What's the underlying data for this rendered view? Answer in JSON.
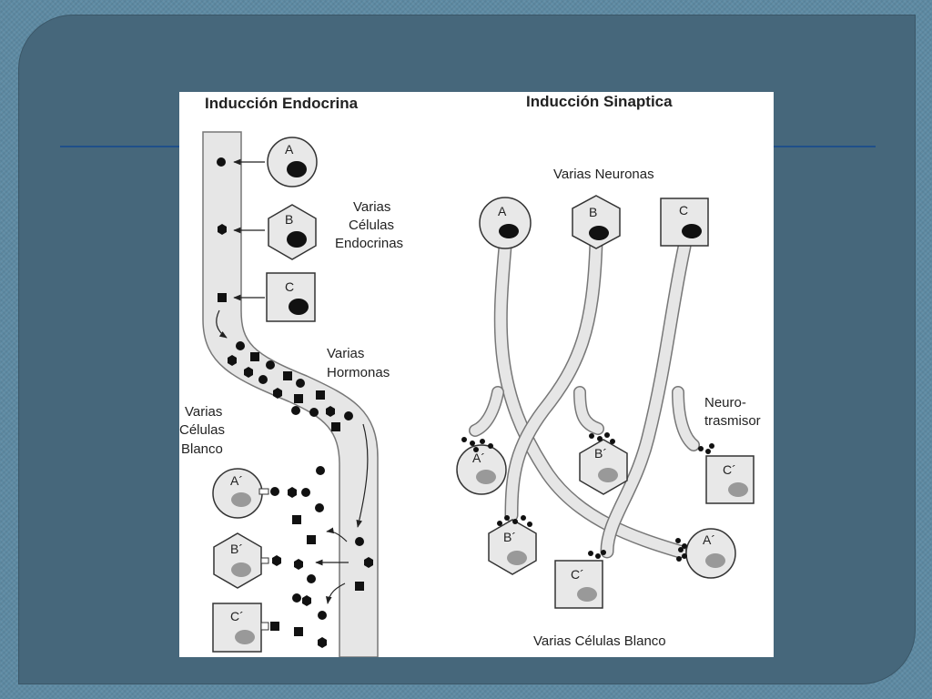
{
  "diagram": {
    "left_title": "Inducción Endocrina",
    "right_title": "Inducción Sinaptica",
    "endocrine_cells_label": [
      "Varias",
      "Células",
      "Endocrinas"
    ],
    "hormones_label": [
      "Varias",
      "Hormonas"
    ],
    "target_cells_label": [
      "Varias",
      "Células",
      "Blanco"
    ],
    "neurons_label": "Varias Neuronas",
    "neurotransmitter_label": [
      "Neuro-",
      "trasmisor"
    ],
    "synaptic_targets_label": "Varias Células Blanco",
    "cell_a": "A",
    "cell_b": "B",
    "cell_c": "C",
    "target_a": "A´",
    "target_b": "B´",
    "target_c": "C´"
  }
}
